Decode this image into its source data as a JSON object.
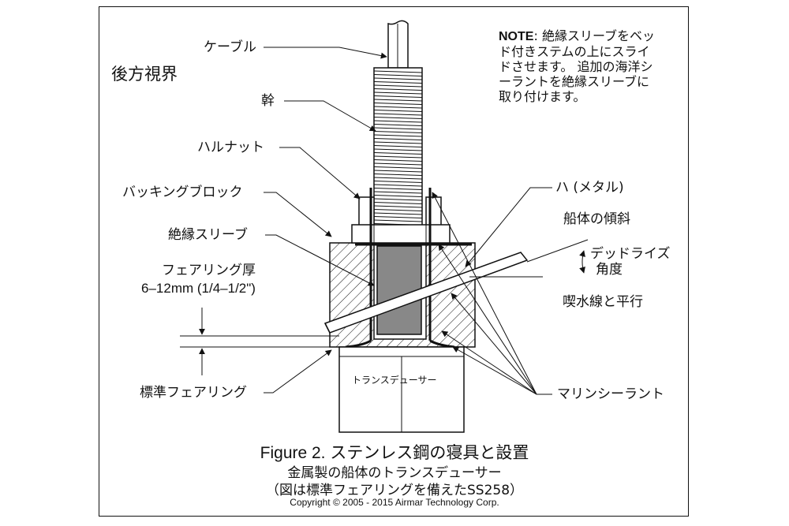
{
  "view_label": "後方視界",
  "note": {
    "prefix": "NOTE",
    "text": "絶縁スリーブをベッド付きステムの上にスライドさせます。 追加の海洋シーラントを絶縁スリーブに取り付けます。"
  },
  "labels": {
    "cable": "ケーブル",
    "stem": "幹",
    "hull_nut": "ハルナット",
    "backing_block": "バッキングブロック",
    "insulating_sleeve": "絶縁スリーブ",
    "fairing_thickness": "フェアリング厚",
    "fairing_thickness_value": "6–12mm (1/4–1/2\")",
    "standard_fairing": "標準フェアリング",
    "hull_metal": "ハ (メタル)",
    "hull_deadrise": "船体の傾斜",
    "deadrise_angle_1": "デッドライズ",
    "deadrise_angle_2": "角度",
    "parallel_waterline": "喫水線と平行",
    "marine_sealant": "マリンシーラント",
    "transducer": "トランスデューサー"
  },
  "caption": {
    "line1": "Figure 2. ステンレス鋼の寝具と設置",
    "line2": "金属製の船体のトランスデューサー",
    "line3": "（図は標準フェアリングを備えたSS258）",
    "copyright": "Copyright © 2005 - 2015 Airmar Technology Corp."
  },
  "colors": {
    "line": "#111111",
    "sleeve": "#888888",
    "background": "#ffffff"
  }
}
